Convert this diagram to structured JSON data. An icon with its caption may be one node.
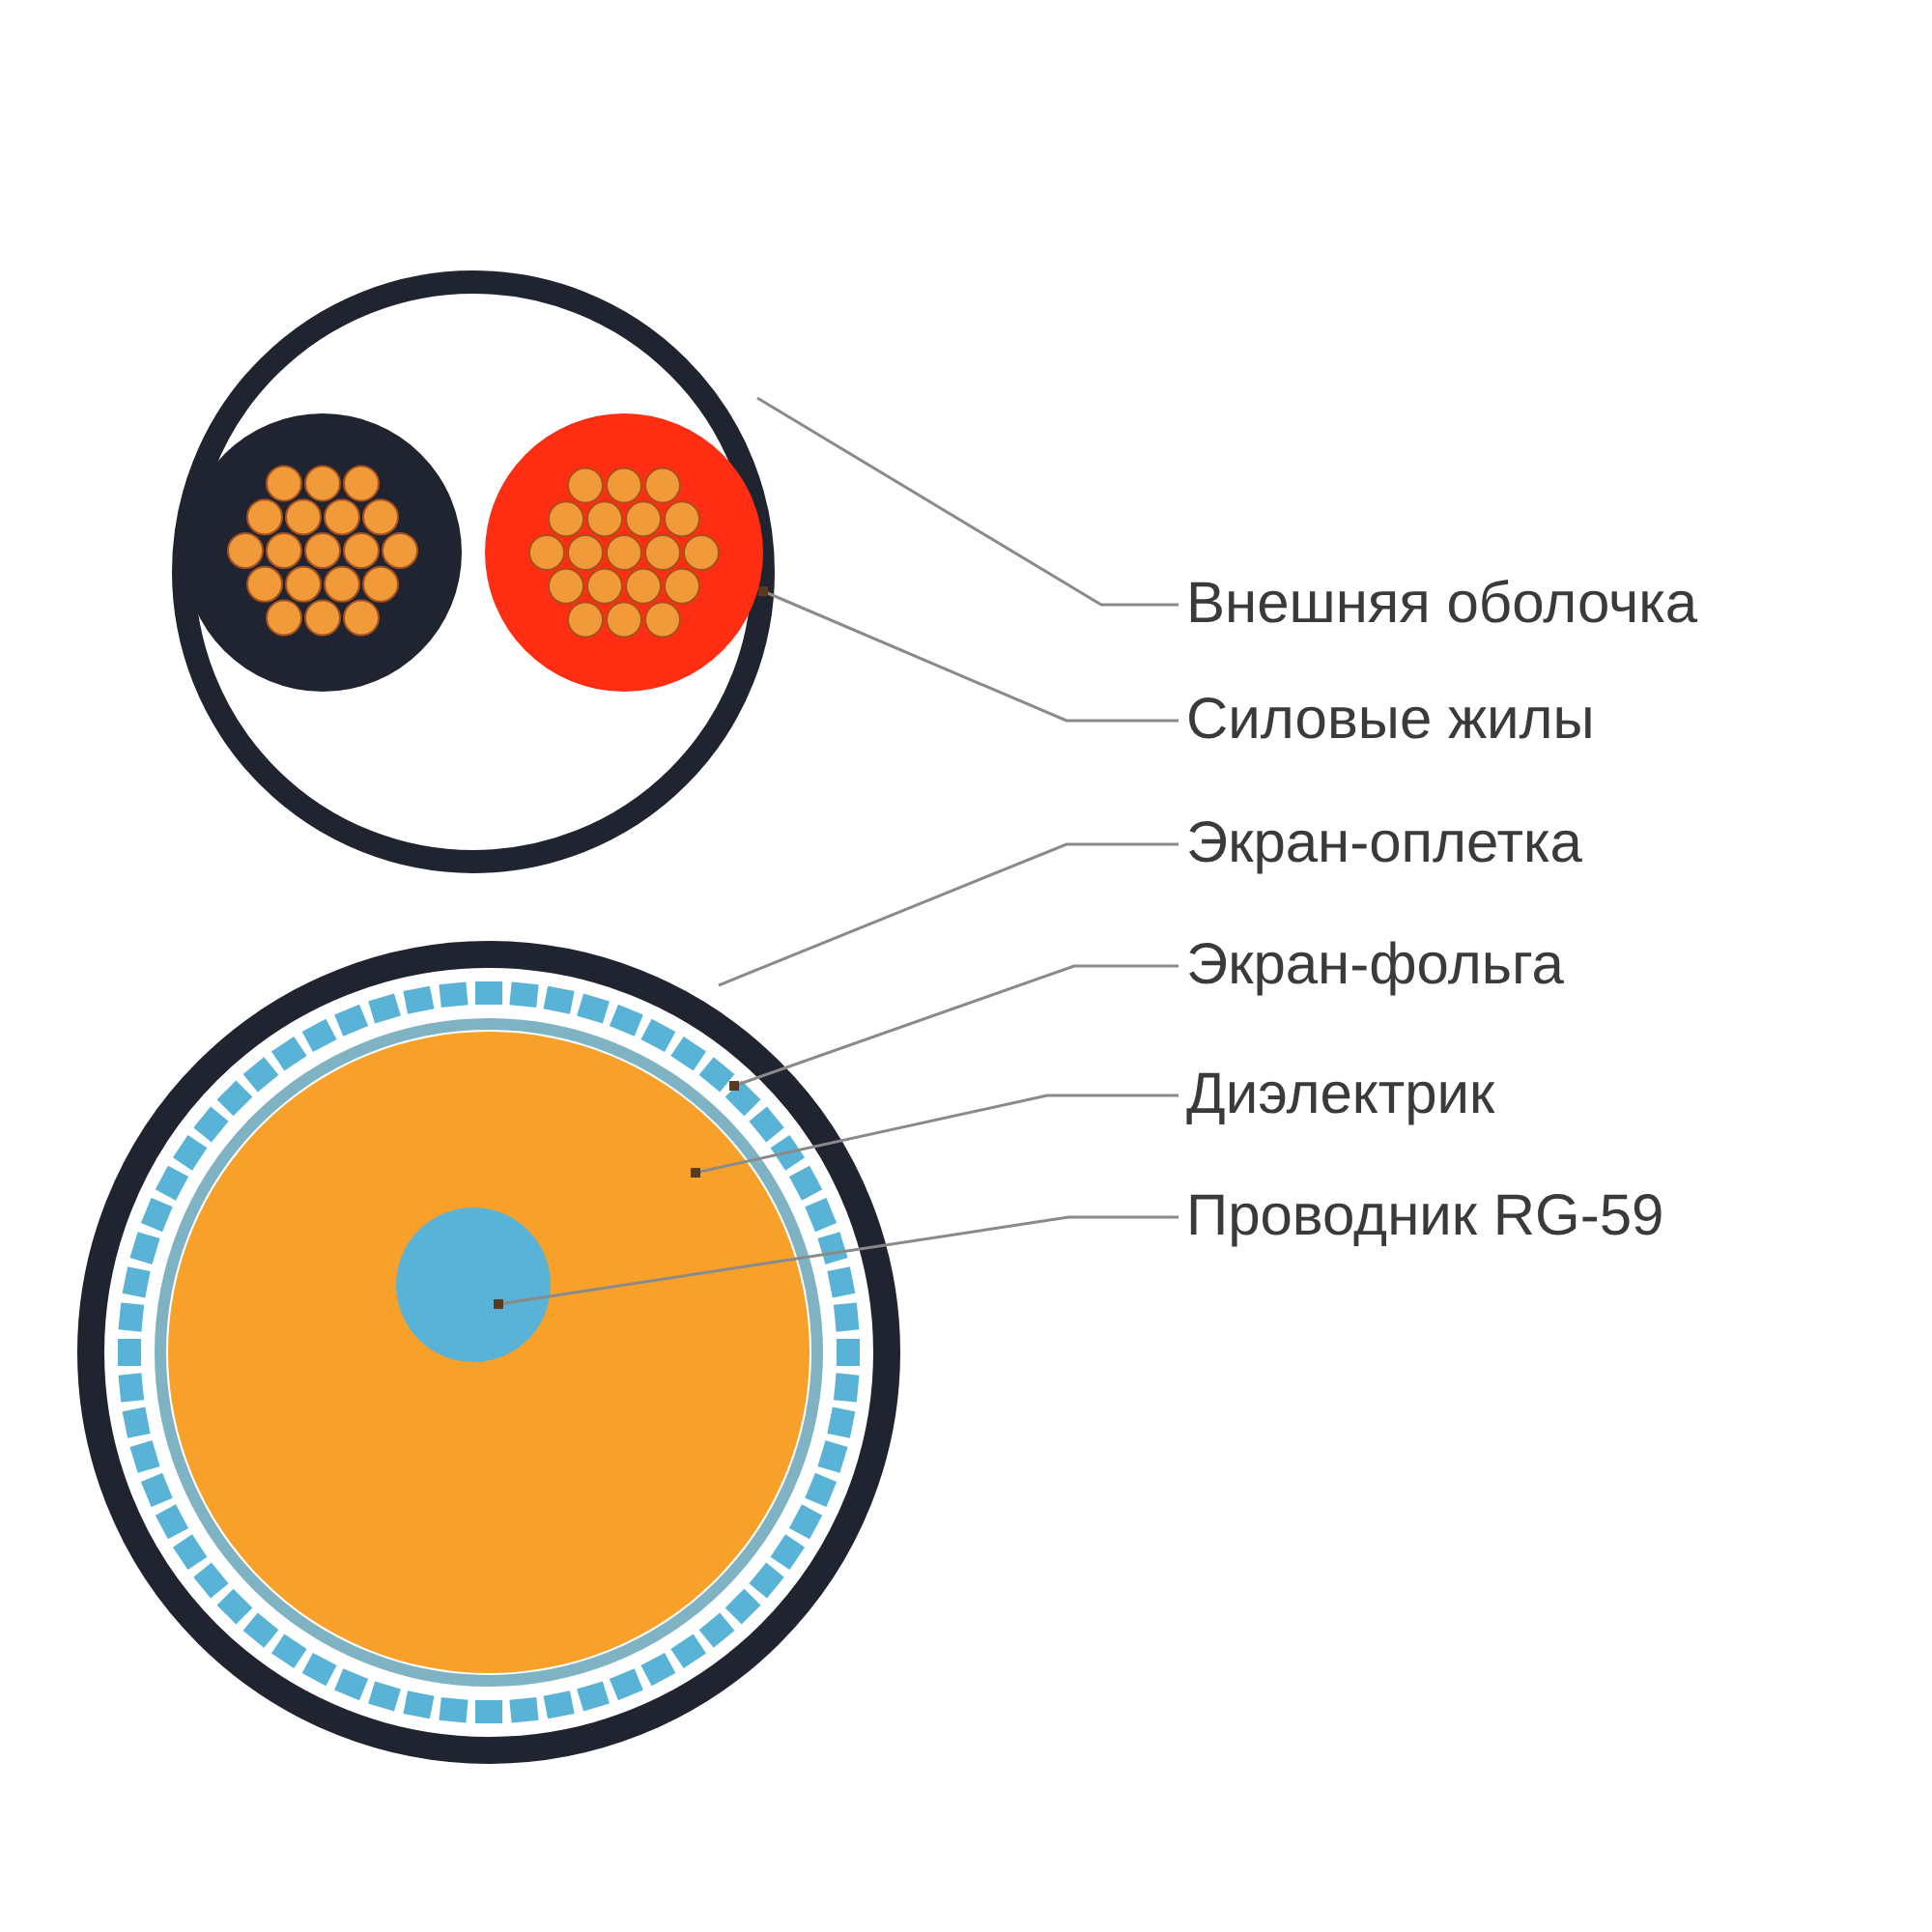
{
  "diagram": {
    "nodes": [
      {
        "text": [
          "Внешняя оболочка"
        ]
      },
      {
        "text": [
          "Силовые жилы"
        ]
      },
      {
        "text": [
          "Экран-оплетка"
        ]
      },
      {
        "text": [
          "Экран-фольга"
        ]
      },
      {
        "text": [
          "Диэлектрик"
        ]
      },
      {
        "text": [
          "Проводник RG-59"
        ]
      },
      {
        "text": [],
        "shape": "circle"
      },
      {
        "text": [],
        "shape": "circle",
        "in": 6
      },
      {
        "text": [],
        "shape": "ring"
      },
      {
        "text": [],
        "shape": "circle",
        "in": 8
      },
      {
        "text": [],
        "shape": "circle",
        "in": 9
      },
      {
        "text": [],
        "shape": "circle",
        "in": 10
      }
    ],
    "edges": [
      {
        "from": 0,
        "to": 6,
        "arrow": "none"
      },
      {
        "from": 1,
        "to": 7,
        "arrow": "other"
      },
      {
        "from": 2,
        "to": 8,
        "arrow": "none"
      },
      {
        "from": 3,
        "to": 9,
        "arrow": "other"
      },
      {
        "from": 4,
        "to": 10,
        "arrow": "other"
      },
      {
        "from": 5,
        "to": 11,
        "arrow": "other"
      }
    ]
  }
}
